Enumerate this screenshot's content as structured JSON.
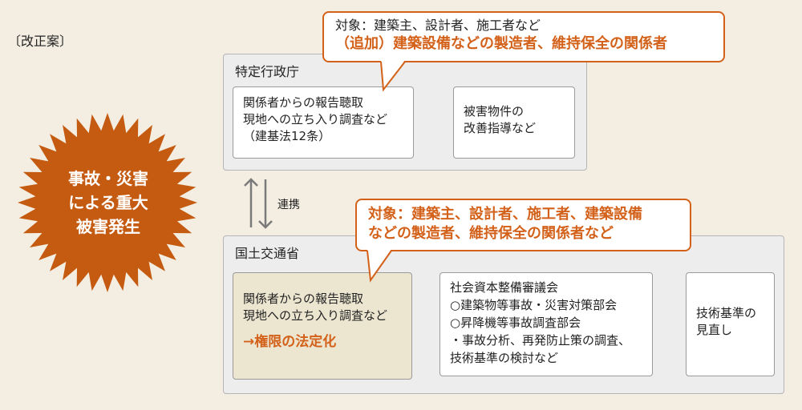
{
  "header_label": "〔改正案〕",
  "burst": {
    "lines": [
      "事故・災害",
      "による重大",
      "被害発生"
    ],
    "color": "#c55a11"
  },
  "tokutei": {
    "title": "特定行政庁",
    "box1_lines": [
      "関係者からの報告聴取",
      "現地への立ち入り調査など",
      "（建基法12条）"
    ],
    "box2_lines": [
      "被害物件の",
      "改善指導など"
    ]
  },
  "callout_top": {
    "line1": "対象：建築主、設計者、施工者など",
    "line2": "（追加）建築設備などの製造者、維持保全の関係者"
  },
  "renkei_label": "連携",
  "callout_mid": {
    "line1": "対象：建築主、設計者、施工者、建築設備",
    "line2": "などの製造者、維持保全の関係者など"
  },
  "kokudo": {
    "title": "国土交通省",
    "box1_lines": [
      "関係者からの報告聴取",
      "現地への立ち入り調査など"
    ],
    "box1_emphasis": "→権限の法定化",
    "box2_lines": [
      "社会資本整備審議会",
      "○建築物等事故・災害対策部会",
      "○昇降機等事故調査部会",
      "・事故分析、再発防止策の調査、",
      "技術基準の検討など"
    ],
    "box3_lines": [
      "技術基準の",
      "見直し"
    ]
  },
  "colors": {
    "accent": "#d3611a",
    "background": "#f3eee1"
  }
}
